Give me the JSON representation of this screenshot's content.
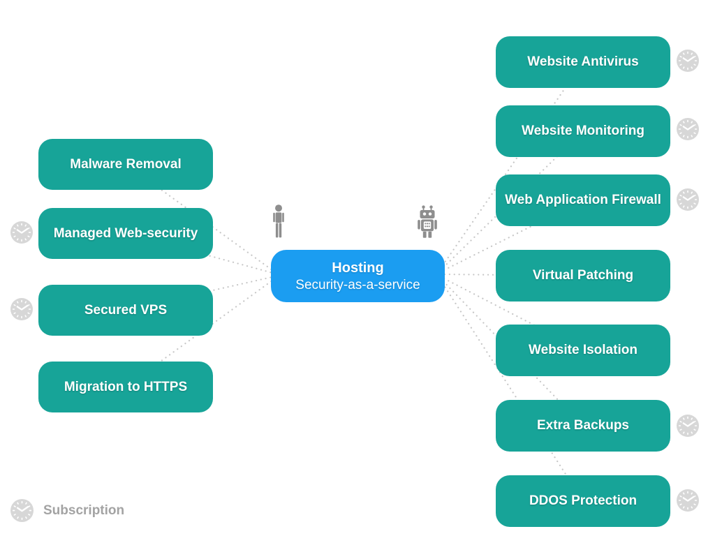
{
  "palette": {
    "teal": "#17A498",
    "blue": "#1B9DF1",
    "dot_line": "#C7C7C7",
    "figure_gray": "#8E8E8E",
    "clock_gray": "#D7D7D7",
    "legend_text": "#A3A3A3",
    "box_text": "#FFFFFF"
  },
  "center": {
    "title": "Hosting",
    "subtitle": "Security-as-a-service"
  },
  "left_branches": [
    {
      "label": "Malware Removal",
      "subscription": false
    },
    {
      "label": "Managed Web-security",
      "subscription": true
    },
    {
      "label": "Secured VPS",
      "subscription": true
    },
    {
      "label": "Migration to HTTPS",
      "subscription": false
    }
  ],
  "right_branches": [
    {
      "label": "Website Antivirus",
      "subscription": true
    },
    {
      "label": "Website Monitoring",
      "subscription": true
    },
    {
      "label": "Web Application Firewall",
      "subscription": true
    },
    {
      "label": "Virtual Patching",
      "subscription": false
    },
    {
      "label": "Website Isolation",
      "subscription": false
    },
    {
      "label": "Extra Backups",
      "subscription": true
    },
    {
      "label": "DDOS Protection",
      "subscription": true
    }
  ],
  "legend": {
    "label": "Subscription"
  },
  "icons": {
    "person": "person-icon",
    "robot": "robot-icon",
    "clock": "subscription-clock-icon"
  }
}
